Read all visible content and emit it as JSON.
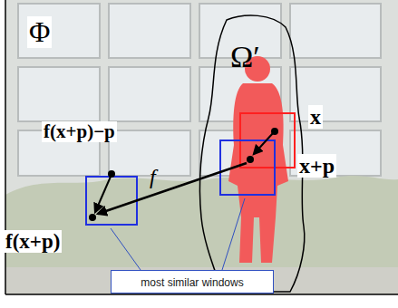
{
  "diagram": {
    "nodes": [
      {
        "text": [
          "most similar windows"
        ]
      }
    ],
    "labels": [
      "Φ",
      "Ω′",
      "x",
      "x+p",
      "f",
      "f(x+p)−p",
      "f(x+p)"
    ]
  }
}
